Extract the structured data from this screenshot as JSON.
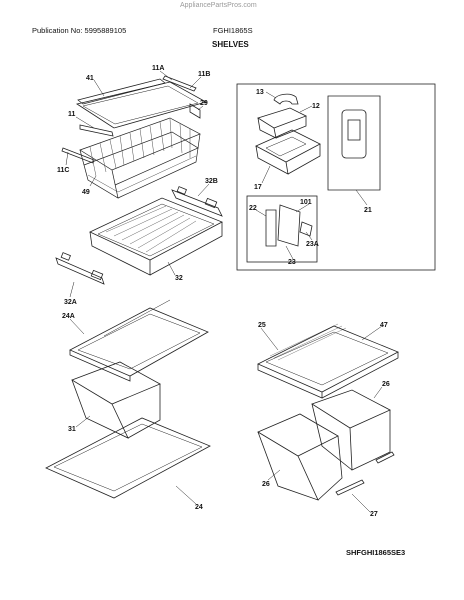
{
  "watermark": "AppliancePartsPros.com",
  "header": {
    "publication": "Publication No: 5995889105",
    "model": "FGHI1865S",
    "section": "SHELVES"
  },
  "diagram_code": "SHFGHI1865SE3",
  "callouts": {
    "c41": "41",
    "c11A": "11A",
    "c11B": "11B",
    "c29": "29",
    "c11": "11",
    "c11C": "11C",
    "c49": "49",
    "c32B": "32B",
    "c32": "32",
    "c32A": "32A",
    "c13": "13",
    "c12": "12",
    "c17": "17",
    "c21": "21",
    "c22": "22",
    "c101": "101",
    "c23A": "23A",
    "c23": "23",
    "c24A": "24A",
    "c31": "31",
    "c24": "24",
    "c25": "25",
    "c47": "47",
    "c26a": "26",
    "c26b": "26",
    "c27": "27"
  }
}
